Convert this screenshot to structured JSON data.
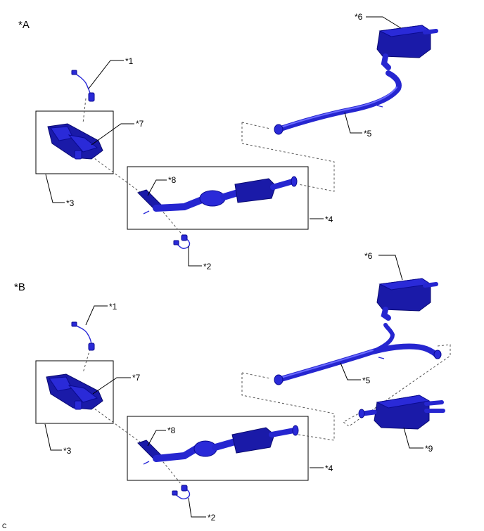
{
  "sections": {
    "a": {
      "label": "*A"
    },
    "b": {
      "label": "*B"
    }
  },
  "callouts": {
    "a": {
      "c1": "*1",
      "c2": "*2",
      "c3": "*3",
      "c4": "*4",
      "c5": "*5",
      "c6": "*6",
      "c7": "*7",
      "c8": "*8"
    },
    "b": {
      "c1": "*1",
      "c2": "*2",
      "c3": "*3",
      "c4": "*4",
      "c5": "*5",
      "c6": "*6",
      "c7": "*7",
      "c8": "*8",
      "c9": "*9"
    }
  },
  "footer": {
    "code": "C"
  },
  "colors": {
    "part": "#2a2ad8",
    "outline": "#0a0a90",
    "leader": "#000000",
    "dashed": "#555555"
  }
}
